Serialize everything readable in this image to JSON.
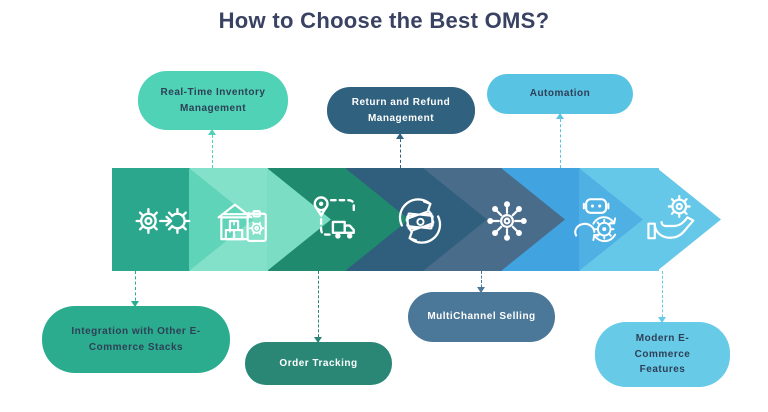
{
  "title": {
    "text": "How to Choose the Best OMS?",
    "color": "#394263"
  },
  "steps": [
    {
      "label": "Integration with Other E-Commerce Stacks",
      "pill_position": "bottom",
      "pill_bg": "#2CAC8E",
      "pill_text_color": "#2E4057",
      "segment_color": "#2BA78D",
      "tip_color": "#60D4B8",
      "icon": "integration-gears-icon"
    },
    {
      "label": "Real-Time Inventory Management",
      "pill_position": "top",
      "pill_bg": "#4FD2B5",
      "pill_text_color": "#2E4057",
      "segment_color": "#84E1C9",
      "tip_color": "#7BDEC4",
      "icon": "warehouse-inventory-icon"
    },
    {
      "label": "Order Tracking",
      "pill_position": "bottom",
      "pill_bg": "#2A8776",
      "pill_text_color": "#FFFFFF",
      "segment_color": "#1F8A6E",
      "tip_color": "#1F8A6E",
      "icon": "order-tracking-truck-icon"
    },
    {
      "label": "Return and Refund Management",
      "pill_position": "top",
      "pill_bg": "#30617F",
      "pill_text_color": "#FFFFFF",
      "segment_color": "#2F5F7D",
      "tip_color": "#2F5F7D",
      "icon": "refund-money-icon"
    },
    {
      "label": "MultiChannel Selling",
      "pill_position": "bottom",
      "pill_bg": "#4B7899",
      "pill_text_color": "#FFFFFF",
      "segment_color": "#4A6C8B",
      "tip_color": "#4A6C8B",
      "icon": "multichannel-network-icon"
    },
    {
      "label": "Automation",
      "pill_position": "top",
      "pill_bg": "#59C3E3",
      "pill_text_color": "#2E4057",
      "segment_color": "#41A3DF",
      "tip_color": "#4FB0E4",
      "icon": "automation-robot-icon"
    },
    {
      "label": "Modern E-Commerce Features",
      "pill_position": "bottom",
      "pill_bg": "#67CBE8",
      "pill_text_color": "#2E4057",
      "segment_color": "#66C8E8",
      "tip_color": "#66C8E8",
      "icon": "hand-gear-icon"
    }
  ]
}
